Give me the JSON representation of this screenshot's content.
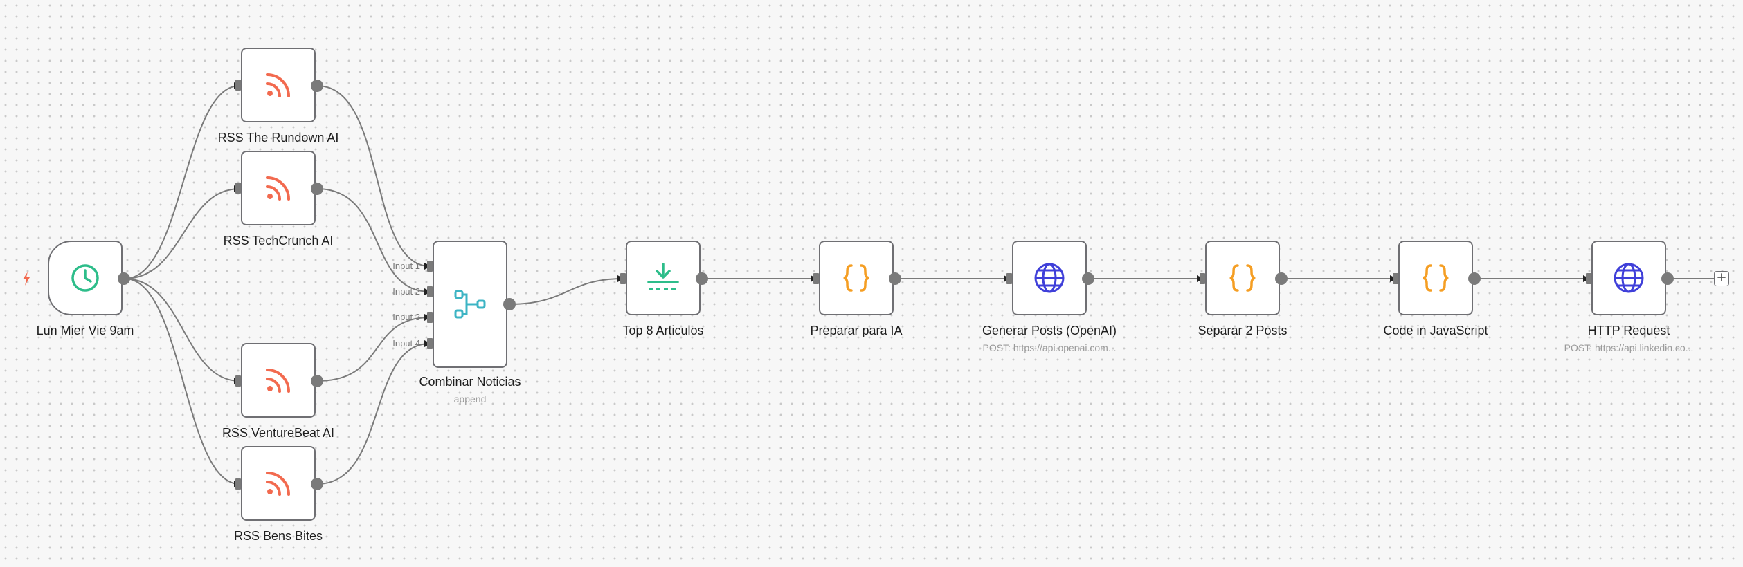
{
  "nodes": {
    "schedule": {
      "label": "Lun Mier Vie 9am"
    },
    "rss_rundown": {
      "label": "RSS The Rundown AI"
    },
    "rss_techcrunch": {
      "label": "RSS TechCrunch AI"
    },
    "rss_venturebeat": {
      "label": "RSS VentureBeat AI"
    },
    "rss_bens": {
      "label": "RSS Bens Bites"
    },
    "merge": {
      "label": "Combinar Noticias",
      "subtitle": "append",
      "inputs": [
        "Input 1",
        "Input 2",
        "Input 3",
        "Input 4"
      ]
    },
    "top8": {
      "label": "Top 8 Articulos"
    },
    "preparar": {
      "label": "Preparar para IA"
    },
    "generar": {
      "label": "Generar Posts (OpenAI)",
      "subtitle": "POST: https://api.openai.com..."
    },
    "separar": {
      "label": "Separar 2 Posts"
    },
    "code_js": {
      "label": "Code in JavaScript"
    },
    "http": {
      "label": "HTTP Request",
      "subtitle": "POST: https://api.linkedin.co..."
    }
  },
  "icons": {
    "schedule": "clock-icon",
    "rss": "rss-icon",
    "merge": "merge-icon",
    "limit": "limit-icon",
    "code": "code-braces-icon",
    "http": "globe-icon",
    "trigger": "lightning-bolt-icon",
    "add": "plus-icon"
  },
  "colors": {
    "rss": "#f26a4f",
    "schedule": "#2dbd8a",
    "merge": "#3cb4c4",
    "limit": "#2dbd8a",
    "code": "#f59e23",
    "http": "#3f3fd9",
    "trigger": "#f26a4f",
    "edge": "#7a7a7a",
    "node_border": "#6f6f73"
  }
}
